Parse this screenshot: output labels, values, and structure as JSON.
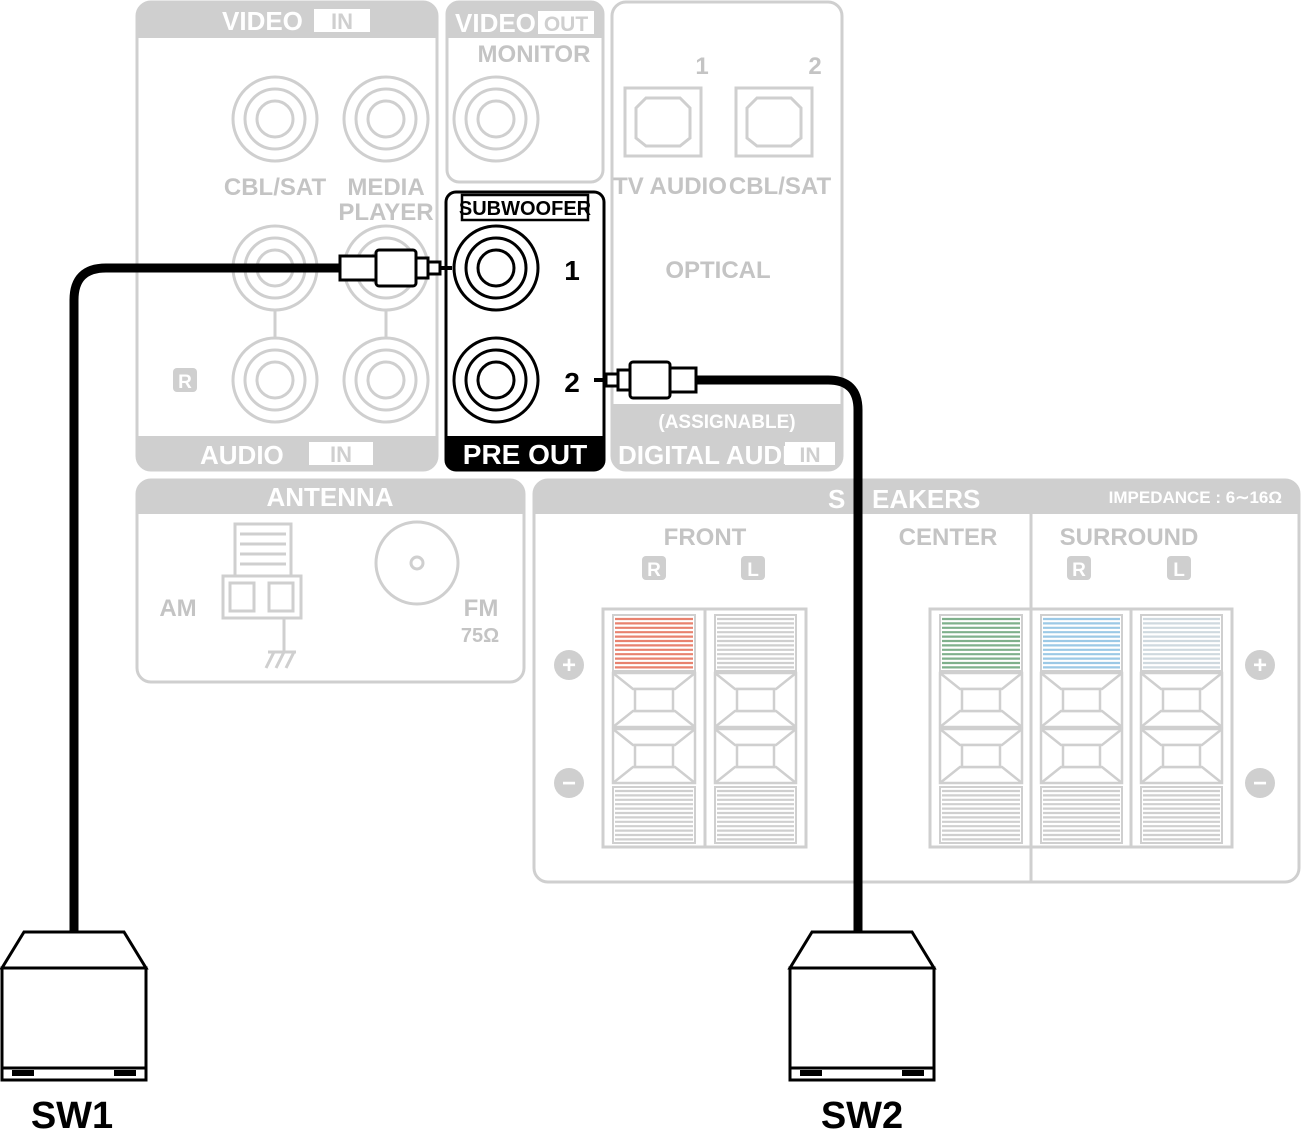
{
  "video_in": {
    "title": "VIDEO",
    "tag": "IN",
    "jack1": "CBL/SAT",
    "jack2_line1": "MEDIA",
    "jack2_line2": "PLAYER"
  },
  "video_out": {
    "title": "VIDEO",
    "tag": "OUT",
    "sub": "MONITOR"
  },
  "optical": {
    "num1": "1",
    "num2": "2",
    "label1": "TV AUDIO",
    "label2": "CBL/SAT",
    "center": "OPTICAL",
    "assignable": "(ASSIGNABLE)",
    "band": "DIGITAL AUDIO",
    "band_tag": "IN"
  },
  "audio_in": {
    "band": "AUDIO",
    "band_tag": "IN",
    "r_badge": "R"
  },
  "pre_out": {
    "header": "SUBWOOFER",
    "jack1": "1",
    "jack2": "2",
    "band": "PRE OUT"
  },
  "antenna": {
    "band": "ANTENNA",
    "am": "AM",
    "fm": "FM",
    "fm_ohm": "75Ω"
  },
  "speakers": {
    "band_left": "S",
    "band_right": "EAKERS",
    "impedance": "IMPEDANCE : 6∼16Ω",
    "front": "FRONT",
    "center": "CENTER",
    "surround": "SURROUND",
    "r": "R",
    "l": "L",
    "plus": "+",
    "minus": "−",
    "colors": {
      "front_r": "#e8826f",
      "front_l": "#cfcfcf",
      "center": "#7fb08c",
      "surround_r": "#9cc9e6",
      "surround_l": "#cfd9df"
    }
  },
  "devices": {
    "sw1": "SW1",
    "sw2": "SW2"
  }
}
